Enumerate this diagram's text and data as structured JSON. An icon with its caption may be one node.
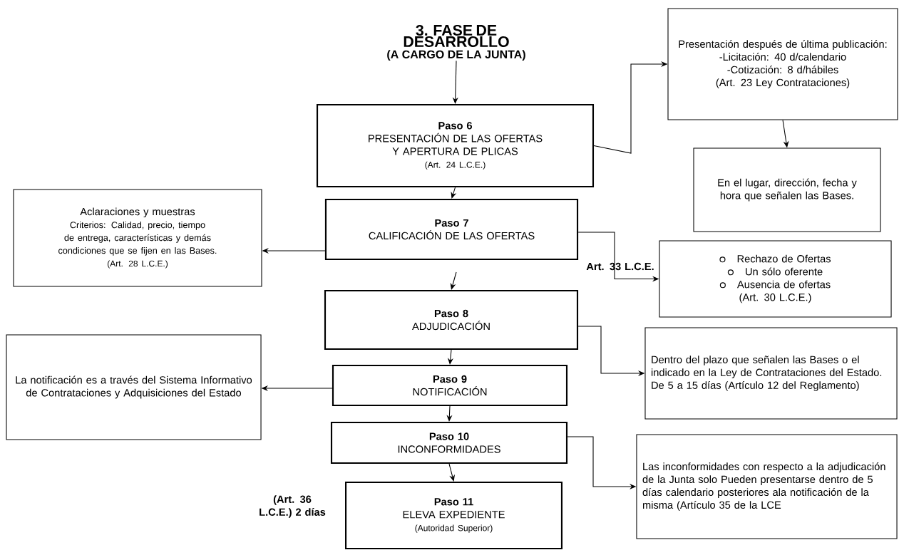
{
  "diagram": {
    "nodes": [
      {
        "text": [
          "3.  FASE DE DESARROLLO",
          "(A CARGO DE LA JUNTA)"
        ]
      },
      {
        "text": [
          "Paso 6",
          "PRESENTACIÓN DE LAS OFERTAS Y APERTURA DE PLICAS",
          "(Art. 24 L.C.E.)"
        ]
      },
      {
        "text": [
          "Presentación después de última publicación:",
          "-Licitación: 40 d/calendario",
          "-Cotización: 8 d/hábiles",
          "(Art. 23 Ley Contrataciones)"
        ]
      },
      {
        "text": [
          "En el lugar, dirección, fecha y hora que señalen las Bases."
        ]
      },
      {
        "text": [
          "Aclaraciones y muestras",
          "Criterios: Calidad, precio, tiempo de entrega, características y demás condiciones que se fijen en las Bases.",
          "(Art. 28 L.C.E.)"
        ]
      },
      {
        "text": [
          "Paso 7",
          "CALIFICACIÓN DE LAS OFERTAS"
        ]
      },
      {
        "text": [
          "Rechazo de Ofertas",
          "Un sólo oferente",
          "Ausencia de ofertas",
          "(Art. 30 L.C.E.)"
        ]
      },
      {
        "text": [
          "Paso 8",
          "ADJUDICACIÓN"
        ]
      },
      {
        "text": [
          "Dentro del plazo que señalen las Bases o el indicado en la Ley de Contrataciones del Estado. De 5 a 15 días (Artículo 12 del Reglamento)"
        ]
      },
      {
        "text": [
          "La notificación es a través del Sistema Informativo de Contrataciones y Adquisiciones del Estado"
        ]
      },
      {
        "text": [
          "Paso 9",
          "NOTIFICACIÓN"
        ]
      },
      {
        "text": [
          "Paso 10",
          "INCONFORMIDADES"
        ]
      },
      {
        "text": [
          "Las inconformidades con respecto a la adjudicación de la Junta solo Pueden presentarse dentro de 5 días calendario posteriores ala notificación de la misma (Artículo 35 de la LCE"
        ]
      },
      {
        "text": [
          "Paso 11",
          "ELEVA EXPEDIENTE",
          "(Autoridad Superior)"
        ]
      }
    ],
    "edges": [
      {
        "from": 0,
        "to": 1,
        "arrow": "to"
      },
      {
        "from": 1,
        "to": 2,
        "arrow": "to"
      },
      {
        "from": 2,
        "to": 3,
        "arrow": "to"
      },
      {
        "from": 1,
        "to": 5,
        "arrow": "to"
      },
      {
        "from": 5,
        "to": 4,
        "arrow": "to"
      },
      {
        "from": 5,
        "to": 6,
        "arrow": "to"
      },
      {
        "from": 5,
        "to": 7,
        "arrow": "to"
      },
      {
        "from": 7,
        "to": 8,
        "arrow": "to"
      },
      {
        "from": 7,
        "to": 10,
        "arrow": "to"
      },
      {
        "from": 10,
        "to": 9,
        "arrow": "to"
      },
      {
        "from": 10,
        "to": 11,
        "arrow": "to"
      },
      {
        "from": 11,
        "to": 12,
        "arrow": "to"
      },
      {
        "from": 11,
        "to": 13,
        "arrow": "to"
      }
    ],
    "labels": [
      "Art. 33 L.C.E.",
      "(Art. 36 L.C.E.) 2 días"
    ]
  }
}
